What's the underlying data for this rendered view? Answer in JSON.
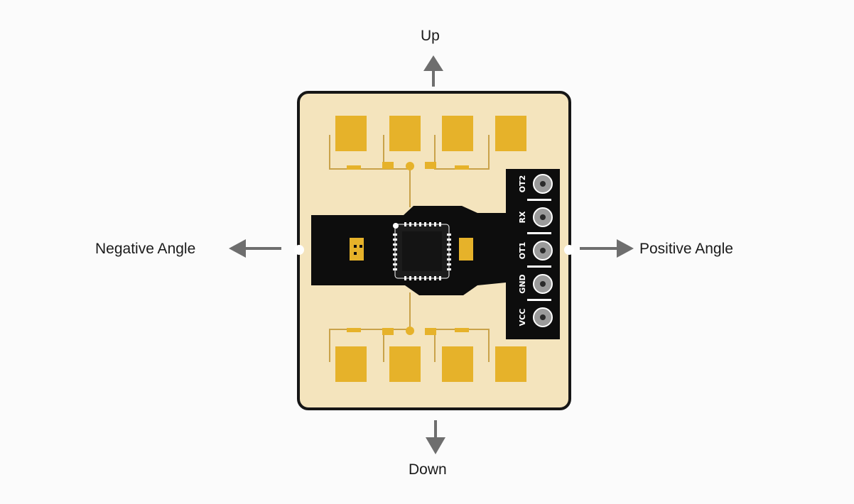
{
  "directions": {
    "up": "Up",
    "down": "Down",
    "negative": "Negative Angle",
    "positive": "Positive Angle"
  },
  "header_pins": [
    "OT2",
    "RX",
    "OT1",
    "GND",
    "VCC"
  ],
  "colors": {
    "board": "#f4e4bd",
    "board_outline": "#161616",
    "antenna_pad": "#e6b22a",
    "trace": "#c9a24a",
    "module": "#0d0d0d",
    "arrow": "#6e6e6e",
    "pin_ring": "#9a9a9a"
  }
}
